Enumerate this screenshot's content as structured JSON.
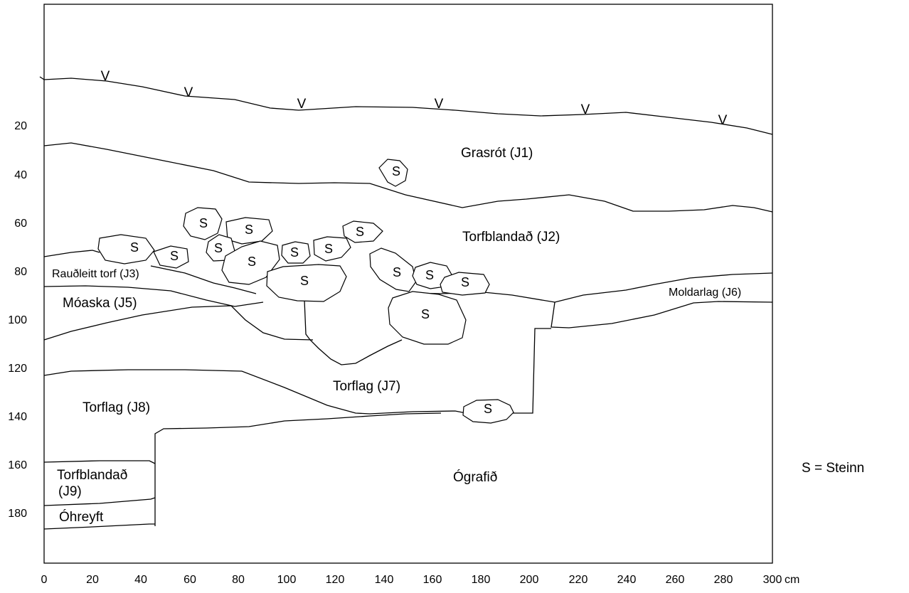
{
  "x_axis": {
    "ticks": [
      "0",
      "20",
      "40",
      "60",
      "80",
      "100",
      "120",
      "140",
      "160",
      "180",
      "200",
      "220",
      "240",
      "260",
      "280",
      "300"
    ],
    "unit": "cm"
  },
  "y_axis": {
    "ticks": [
      "20",
      "40",
      "60",
      "80",
      "100",
      "120",
      "140",
      "160",
      "180"
    ]
  },
  "layers": {
    "j1": "Grasrót (J1)",
    "j2": "Torfblandað (J2)",
    "j3": "Rauðleitt torf (J3)",
    "j5": "Móaska (J5)",
    "j6": "Moldarlag (J6)",
    "j7": "Torflag (J7)",
    "j8": "Torflag (J8)",
    "j9_line1": "Torfblandað",
    "j9_line2": "(J9)",
    "unexcavated": "Ógrafið",
    "undisturbed": "Óhreyft"
  },
  "stone_symbol": "S",
  "vegetation_symbol": "V",
  "legend": "S = Steinn"
}
